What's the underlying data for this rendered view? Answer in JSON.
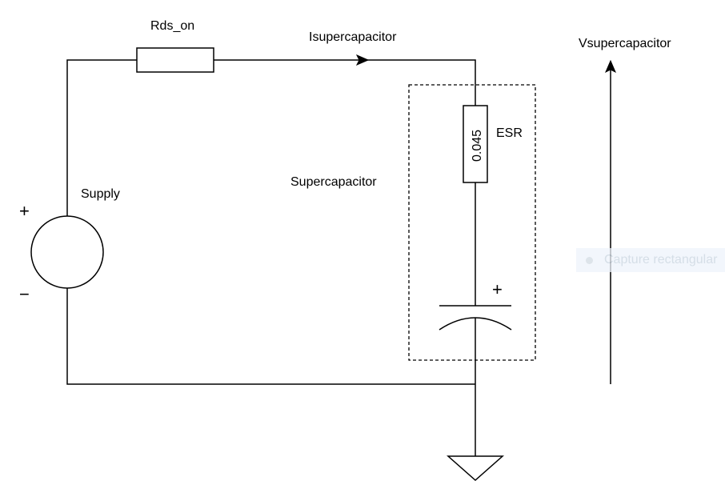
{
  "labels": {
    "rds_on": "Rds_on",
    "isupercapacitor": "Isupercapacitor",
    "vsupercapacitor": "Vsupercapacitor",
    "supply": "Supply",
    "supercapacitor": "Supercapacitor",
    "esr": "ESR",
    "esr_value": "0.045",
    "plus": "+",
    "minus": "−"
  },
  "tooltip": {
    "text": "Capture rectangular"
  },
  "colors": {
    "stroke": "#000000",
    "background": "#ffffff"
  }
}
